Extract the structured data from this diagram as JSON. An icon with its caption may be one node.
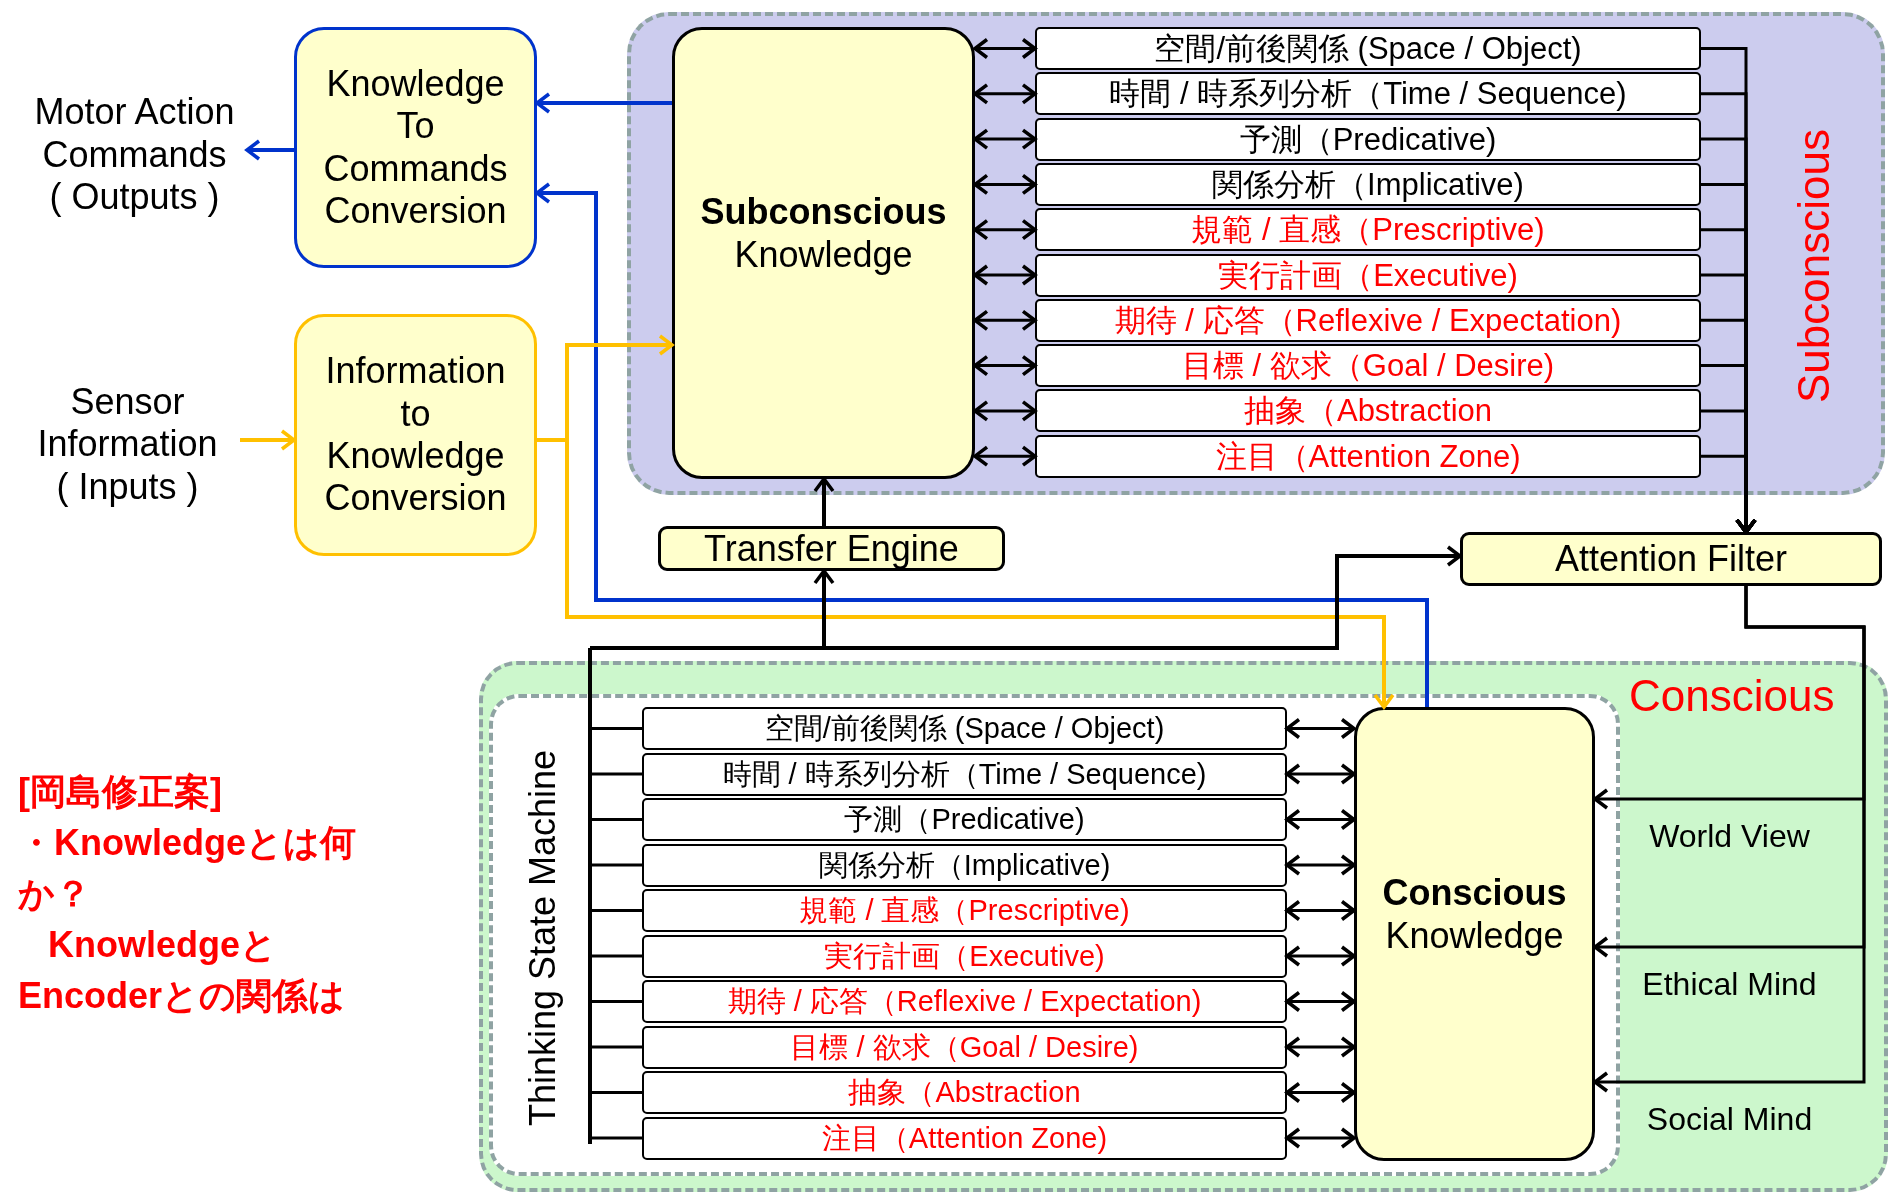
{
  "diagram": {
    "nodes": [
      {
        "text": [
          "Motor Action Commands",
          "( Outputs )"
        ]
      },
      {
        "text": [
          "Knowledge To Commands Conversion"
        ]
      },
      {
        "text": [
          "Sensor Information",
          "( Inputs )"
        ]
      },
      {
        "text": [
          "Information to Knowledge Conversion"
        ]
      },
      {
        "text": [
          "Subconscious"
        ]
      },
      {
        "text": [
          "Subconscious",
          "Knowledge"
        ],
        "in": 4
      },
      {
        "text": [
          "空間/前後関係 (Space / Object)"
        ],
        "in": 4
      },
      {
        "text": [
          "時間 / 時系列分析（Time / Sequence)"
        ],
        "in": 4
      },
      {
        "text": [
          "予測（Predicative)"
        ],
        "in": 4
      },
      {
        "text": [
          "関係分析（Implicative)"
        ],
        "in": 4
      },
      {
        "text": [
          "規範 / 直感（Prescriptive)"
        ],
        "in": 4
      },
      {
        "text": [
          "実行計画（Executive)"
        ],
        "in": 4
      },
      {
        "text": [
          "期待 / 応答（Reflexive / Expectation)"
        ],
        "in": 4
      },
      {
        "text": [
          "目標 / 欲求（Goal / Desire)"
        ],
        "in": 4
      },
      {
        "text": [
          "抽象（Abstraction"
        ],
        "in": 4
      },
      {
        "text": [
          "注目（Attention Zone)"
        ],
        "in": 4
      },
      {
        "text": [
          "Transfer Engine"
        ]
      },
      {
        "text": [
          "Attention Filter"
        ]
      },
      {
        "text": [
          "Conscious"
        ]
      },
      {
        "text": [],
        "shape": "box",
        "in": 18
      },
      {
        "text": [
          "Thinking State Machine"
        ],
        "in": 19
      },
      {
        "text": [
          "空間/前後関係 (Space / Object)"
        ],
        "in": 19
      },
      {
        "text": [
          "時間 / 時系列分析（Time / Sequence)"
        ],
        "in": 19
      },
      {
        "text": [
          "予測（Predicative)"
        ],
        "in": 19
      },
      {
        "text": [
          "関係分析（Implicative)"
        ],
        "in": 19
      },
      {
        "text": [
          "規範 / 直感（Prescriptive)"
        ],
        "in": 19
      },
      {
        "text": [
          "実行計画（Executive)"
        ],
        "in": 19
      },
      {
        "text": [
          "期待 / 応答（Reflexive / Expectation)"
        ],
        "in": 19
      },
      {
        "text": [
          "目標 / 欲求（Goal / Desire)"
        ],
        "in": 19
      },
      {
        "text": [
          "抽象（Abstraction"
        ],
        "in": 19
      },
      {
        "text": [
          "注目（Attention Zone)"
        ],
        "in": 19
      },
      {
        "text": [
          "Conscious",
          "Knowledge"
        ],
        "in": 19
      }
    ],
    "edges": [
      {
        "from": 1,
        "to": 0,
        "arrow": "to",
        "color": "#0033cc"
      },
      {
        "from": 5,
        "to": 1,
        "arrow": "to",
        "color": "#0033cc"
      },
      {
        "from": 31,
        "to": 1,
        "arrow": "to",
        "color": "#0033cc"
      },
      {
        "from": 2,
        "to": 3,
        "arrow": "to",
        "color": "#ffc000"
      },
      {
        "from": 3,
        "to": 5,
        "arrow": "to",
        "color": "#ffc000"
      },
      {
        "from": 3,
        "to": 31,
        "arrow": "to",
        "color": "#ffc000"
      },
      {
        "from": 16,
        "to": 5,
        "arrow": "to"
      },
      {
        "from": 20,
        "to": 16,
        "arrow": "to"
      },
      {
        "from": 20,
        "to": 17,
        "arrow": "to"
      },
      {
        "from": 5,
        "to": 6,
        "arrow": "both"
      },
      {
        "from": 5,
        "to": 7,
        "arrow": "both"
      },
      {
        "from": 5,
        "to": 8,
        "arrow": "both"
      },
      {
        "from": 5,
        "to": 9,
        "arrow": "both"
      },
      {
        "from": 5,
        "to": 10,
        "arrow": "both"
      },
      {
        "from": 5,
        "to": 11,
        "arrow": "both"
      },
      {
        "from": 5,
        "to": 12,
        "arrow": "both"
      },
      {
        "from": 5,
        "to": 13,
        "arrow": "both"
      },
      {
        "from": 5,
        "to": 14,
        "arrow": "both"
      },
      {
        "from": 5,
        "to": 15,
        "arrow": "both"
      },
      {
        "from": 6,
        "to": 17,
        "arrow": "to"
      },
      {
        "from": 7,
        "to": 17,
        "arrow": "to"
      },
      {
        "from": 8,
        "to": 17,
        "arrow": "to"
      },
      {
        "from": 9,
        "to": 17,
        "arrow": "to"
      },
      {
        "from": 10,
        "to": 17,
        "arrow": "to"
      },
      {
        "from": 11,
        "to": 17,
        "arrow": "to"
      },
      {
        "from": 12,
        "to": 17,
        "arrow": "to"
      },
      {
        "from": 13,
        "to": 17,
        "arrow": "to"
      },
      {
        "from": 14,
        "to": 17,
        "arrow": "to"
      },
      {
        "from": 15,
        "to": 17,
        "arrow": "to"
      },
      {
        "from": 17,
        "to": 31,
        "arrow": "to",
        "label": "World View"
      },
      {
        "from": 17,
        "to": 31,
        "arrow": "to",
        "label": "Ethical Mind"
      },
      {
        "from": 17,
        "to": 31,
        "arrow": "to",
        "label": "Social Mind"
      },
      {
        "from": 20,
        "to": 21,
        "arrow": "none"
      },
      {
        "from": 20,
        "to": 22,
        "arrow": "none"
      },
      {
        "from": 20,
        "to": 23,
        "arrow": "none"
      },
      {
        "from": 20,
        "to": 24,
        "arrow": "none"
      },
      {
        "from": 20,
        "to": 25,
        "arrow": "none"
      },
      {
        "from": 20,
        "to": 26,
        "arrow": "none"
      },
      {
        "from": 20,
        "to": 27,
        "arrow": "none"
      },
      {
        "from": 20,
        "to": 28,
        "arrow": "none"
      },
      {
        "from": 20,
        "to": 29,
        "arrow": "none"
      },
      {
        "from": 20,
        "to": 30,
        "arrow": "none"
      },
      {
        "from": 31,
        "to": 21,
        "arrow": "both"
      },
      {
        "from": 31,
        "to": 22,
        "arrow": "both"
      },
      {
        "from": 31,
        "to": 23,
        "arrow": "both"
      },
      {
        "from": 31,
        "to": 24,
        "arrow": "both"
      },
      {
        "from": 31,
        "to": 25,
        "arrow": "both"
      },
      {
        "from": 31,
        "to": 26,
        "arrow": "both"
      },
      {
        "from": 31,
        "to": 27,
        "arrow": "both"
      },
      {
        "from": 31,
        "to": 28,
        "arrow": "both"
      },
      {
        "from": 31,
        "to": 29,
        "arrow": "both"
      },
      {
        "from": 31,
        "to": 30,
        "arrow": "both"
      }
    ],
    "labels": [
      "[岡島修正案]",
      "・Knowledgeとは何か？",
      "KnowledgeとEncoderとの関係は"
    ]
  }
}
